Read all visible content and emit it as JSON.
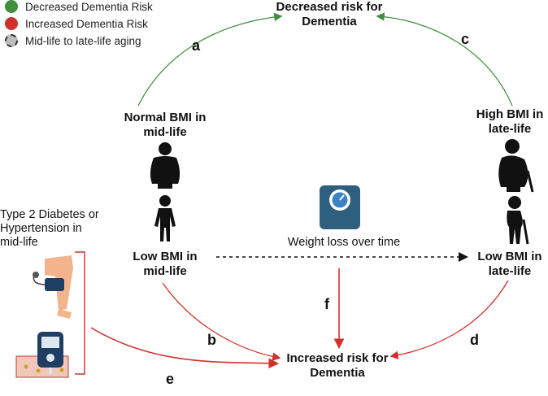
{
  "legend": {
    "items": [
      {
        "label": "Decreased Dementia Risk",
        "color": "#3f8f3f"
      },
      {
        "label": "Increased Dementia Risk",
        "color": "#d0322b"
      },
      {
        "label": "Mid-life to late-life aging",
        "color": "#bdbdbd"
      }
    ]
  },
  "nodes": {
    "decreased": {
      "line1": "Decreased risk for",
      "line2": "Dementia"
    },
    "increased": {
      "line1": "Increased risk for",
      "line2": "Dementia"
    },
    "normal_bmi_mid": {
      "line1": "Normal BMI in",
      "line2": "mid-life"
    },
    "low_bmi_mid": {
      "line1": "Low BMI in",
      "line2": "mid-life"
    },
    "high_bmi_late": {
      "line1": "High BMI in",
      "line2": "late-life"
    },
    "low_bmi_late": {
      "line1": "Low BMI in",
      "line2": "late-life"
    },
    "diabetes": {
      "line1": "Type 2 Diabetes or",
      "line2": "Hypertension in",
      "line3": "mid-life"
    }
  },
  "weight_loss_label": "Weight loss over time",
  "arrow_labels": {
    "a": "a",
    "b": "b",
    "c": "c",
    "d": "d",
    "e": "e",
    "f": "f"
  },
  "colors": {
    "green": "#3f8f3f",
    "red": "#d0322b",
    "figure": "#111111",
    "scale": "#2f5f7f"
  }
}
